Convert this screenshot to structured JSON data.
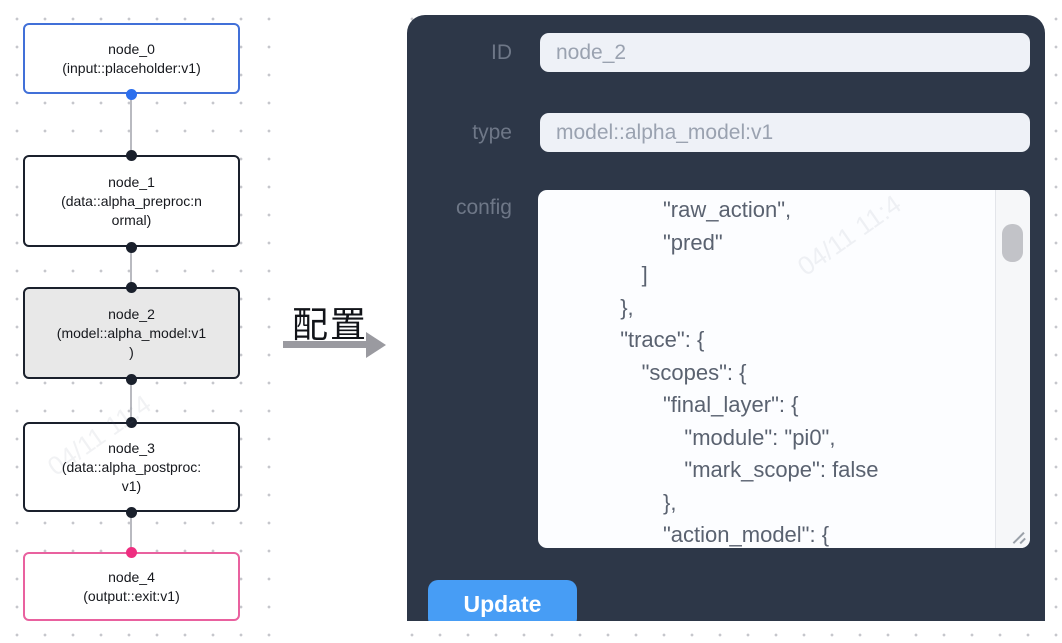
{
  "flow": {
    "nodes": [
      {
        "id": "node_0",
        "lines": [
          "node_0",
          "(input::placeholder:v1)"
        ]
      },
      {
        "id": "node_1",
        "lines": [
          "node_1",
          "(data::alpha_preproc:n",
          "ormal)"
        ]
      },
      {
        "id": "node_2",
        "lines": [
          "node_2",
          "(model::alpha_model:v1",
          ")"
        ]
      },
      {
        "id": "node_3",
        "lines": [
          "node_3",
          "(data::alpha_postproc:",
          "v1)"
        ]
      },
      {
        "id": "node_4",
        "lines": [
          "node_4",
          "(output::exit:v1)"
        ]
      }
    ]
  },
  "annotation": {
    "label": "配置"
  },
  "panel": {
    "id_field": {
      "label": "ID",
      "value": "node_2"
    },
    "type_field": {
      "label": "type",
      "value": "model::alpha_model:v1"
    },
    "config_field": {
      "label": "config",
      "value": "          \"raw_action\",\n          \"pred\"\n        ]\n      },\n      \"trace\": {\n        \"scopes\": {\n          \"final_layer\": {\n            \"module\": \"pi0\",\n            \"mark_scope\": false\n          },\n          \"action_model\": {"
    },
    "update_button": "Update"
  },
  "watermark": {
    "text": "04/11 11:4"
  },
  "colors": {
    "panel_bg": "#2d3748",
    "button_blue": "#479df5",
    "input_node_border": "#4170d8",
    "output_node_border": "#e9619f",
    "selected_node_bg": "#e8e8e8",
    "default_node_border": "#1a202c",
    "handle_blue": "#2c6fee",
    "handle_pink": "#ee2e80",
    "input_bg": "#eef1f7",
    "config_bg": "#fcfdff"
  }
}
